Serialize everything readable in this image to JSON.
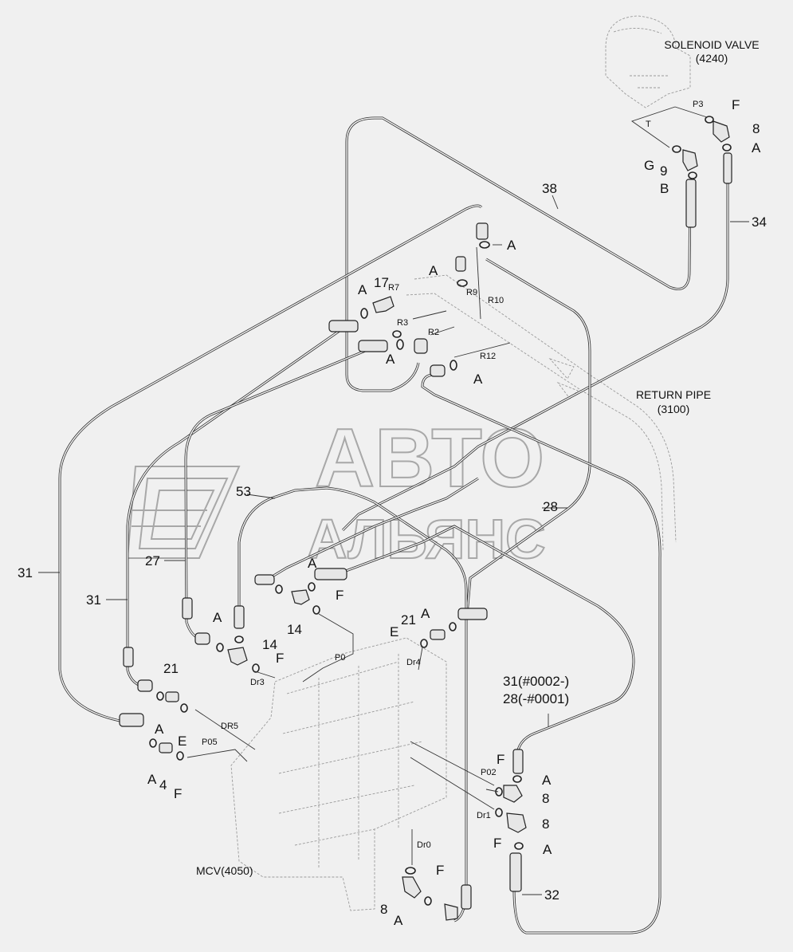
{
  "title": {
    "solenoid_line1": "SOLENOID VALVE",
    "solenoid_line2": "(4240)",
    "return_line1": "RETURN PIPE",
    "return_line2": "(3100)",
    "mcv": "MCV(4050)"
  },
  "watermark": {
    "line1": "АВТО",
    "line2": "АЛЬЯНС"
  },
  "part_numbers": {
    "p38": "38",
    "p34": "34",
    "p31_left": "31",
    "p31_inner": "31",
    "p27": "27",
    "p53": "53",
    "p28": "28",
    "p31_serial": "31(#0002-)",
    "p28_serial": "28(-#0001)",
    "p32": "32",
    "p8_top": "8",
    "p9": "9",
    "p17": "17",
    "p14_upper": "14",
    "p14_lower": "14",
    "p21_right": "21",
    "p21_left": "21",
    "p4": "4",
    "p8_p02": "8",
    "p8_dr1": "8",
    "p8_dr0": "8"
  },
  "seal_letters": {
    "f_top": "F",
    "a_top": "A",
    "g_top": "G",
    "b_top": "B",
    "a_pipe38": "A",
    "a_r9": "A",
    "a_r7": "A",
    "a_r2": "A",
    "a_r12": "A",
    "a_mid": "A",
    "f_mid": "F",
    "a_left14": "A",
    "f_left14": "F",
    "a_21r": "A",
    "e_21r": "E",
    "a_21l": "A",
    "e_21l": "E",
    "a_4": "A",
    "f_4": "F",
    "f_p02": "F",
    "a_p02": "A",
    "f_dr1": "F",
    "a_dr1": "A",
    "f_dr0": "F",
    "a_dr0": "A"
  },
  "port_codes": {
    "p3": "P3",
    "t": "T",
    "r7": "R7",
    "r9": "R9",
    "r10": "R10",
    "r3": "R3",
    "r2": "R2",
    "r12": "R12",
    "p0": "P0",
    "dr3": "Dr3",
    "dr4": "Dr4",
    "dr5": "DR5",
    "p05": "P05",
    "p02": "P02",
    "dr1": "Dr1",
    "dr0": "Dr0"
  }
}
